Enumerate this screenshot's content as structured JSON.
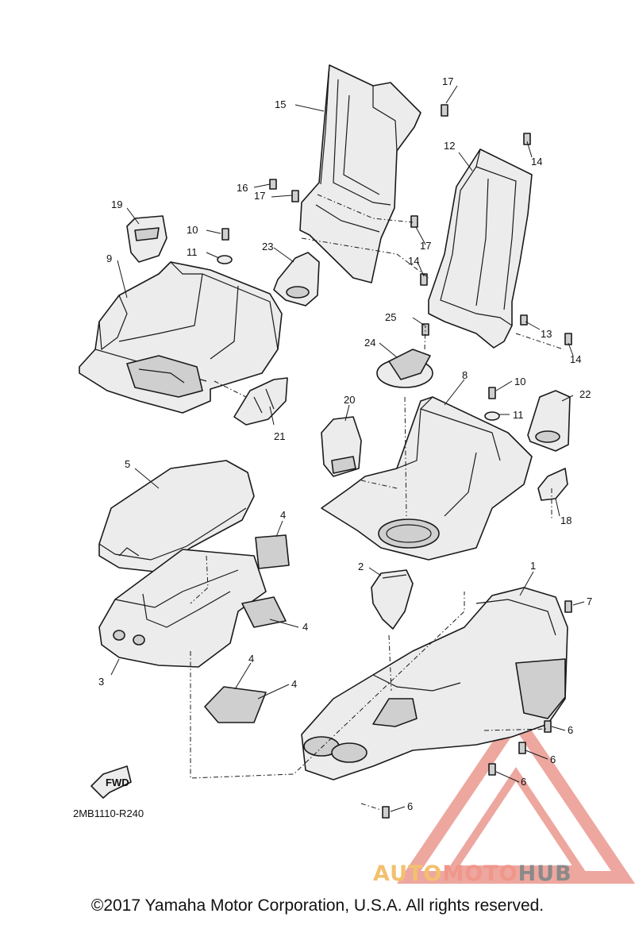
{
  "diagram": {
    "code": "2MB1110-R240",
    "fwd_label": "FWD",
    "callouts": [
      "1",
      "2",
      "3",
      "4",
      "4",
      "4",
      "4",
      "5",
      "6",
      "6",
      "6",
      "6",
      "7",
      "8",
      "9",
      "10",
      "10",
      "11",
      "11",
      "12",
      "13",
      "14",
      "14",
      "14",
      "15",
      "16",
      "17",
      "17",
      "17",
      "18",
      "19",
      "20",
      "21",
      "22",
      "23",
      "24",
      "25"
    ]
  },
  "footer": {
    "copyright": "©2017 Yamaha Motor Corporation, U.S.A. All rights reserved."
  },
  "watermark": {
    "part1": "AUTO",
    "part2": "MOTO",
    "part3": "HUB",
    "colors": {
      "auto": "#f3c06e",
      "moto": "#f0968a",
      "hub": "#8a8a8a",
      "logo": "#e88a80"
    }
  }
}
